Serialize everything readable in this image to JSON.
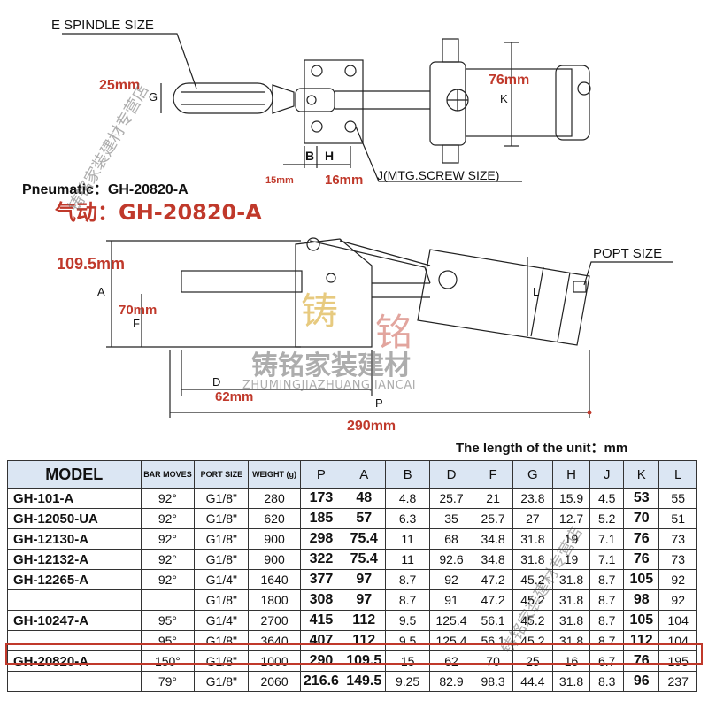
{
  "top_view": {
    "spindle_label": "E SPINDLE SIZE",
    "g_label": "G",
    "k_label": "K",
    "b_label": "B",
    "h_label": "H",
    "j_label": "J(MTG.SCREW SIZE)",
    "dim_g": "25mm",
    "dim_k": "76mm",
    "dim_b": "15mm",
    "dim_h": "16mm"
  },
  "titles": {
    "pneumatic": "Pneumatic：GH-20820-A",
    "chinese": "气动：GH-20820-A"
  },
  "side_view": {
    "a_label": "A",
    "f_label": "F",
    "l_label": "L",
    "d_label": "D",
    "p_label": "P",
    "port_label": "POPT SIZE",
    "dim_a": "109.5mm",
    "dim_f": "70mm",
    "dim_d": "62mm",
    "dim_p": "290mm"
  },
  "watermark": {
    "brand_cn_1": "铸",
    "brand_cn_2": "铭",
    "brand_full": "铸铭家装建材",
    "pinyin": "ZHUMINGJIAZHUANGJIANCAI",
    "diag_left": "铸铭家装建材专营店",
    "diag_right": "铸铭家装建材专营店"
  },
  "unit_note": "The length of the unit：mm",
  "table": {
    "headers": [
      "MODEL",
      "BAR MOVES",
      "PORT SIZE",
      "WEIGHT (g)",
      "P",
      "A",
      "B",
      "D",
      "F",
      "G",
      "H",
      "J",
      "K",
      "L"
    ],
    "rows": [
      {
        "model": "GH-101-A",
        "cells": [
          "92°",
          "G1/8\"",
          "280",
          "173",
          "48",
          "4.8",
          "25.7",
          "21",
          "23.8",
          "15.9",
          "4.5",
          "53",
          "55"
        ]
      },
      {
        "model": "GH-12050-UA",
        "cells": [
          "92°",
          "G1/8\"",
          "620",
          "185",
          "57",
          "6.3",
          "35",
          "25.7",
          "27",
          "12.7",
          "5.2",
          "70",
          "51"
        ]
      },
      {
        "model": "GH-12130-A",
        "cells": [
          "92°",
          "G1/8\"",
          "900",
          "298",
          "75.4",
          "11",
          "68",
          "34.8",
          "31.8",
          "19",
          "7.1",
          "76",
          "73"
        ]
      },
      {
        "model": "GH-12132-A",
        "cells": [
          "92°",
          "G1/8\"",
          "900",
          "322",
          "75.4",
          "11",
          "92.6",
          "34.8",
          "31.8",
          "19",
          "7.1",
          "76",
          "73"
        ]
      },
      {
        "model": "GH-12265-A",
        "cells": [
          "92°",
          "G1/4\"",
          "1640",
          "377",
          "97",
          "8.7",
          "92",
          "47.2",
          "45.2",
          "31.8",
          "8.7",
          "105",
          "92"
        ]
      },
      {
        "model": "",
        "cells": [
          "",
          "G1/8\"",
          "1800",
          "308",
          "97",
          "8.7",
          "91",
          "47.2",
          "45.2",
          "31.8",
          "8.7",
          "98",
          "92"
        ]
      },
      {
        "model": "GH-10247-A",
        "cells": [
          "95°",
          "G1/4\"",
          "2700",
          "415",
          "112",
          "9.5",
          "125.4",
          "56.1",
          "45.2",
          "31.8",
          "8.7",
          "105",
          "104"
        ]
      },
      {
        "model": "",
        "cells": [
          "95°",
          "G1/8\"",
          "3640",
          "407",
          "112",
          "9.5",
          "125.4",
          "56.1",
          "45.2",
          "31.8",
          "8.7",
          "112",
          "104"
        ]
      },
      {
        "model": "GH-20820-A",
        "cells": [
          "150°",
          "G1/8\"",
          "1000",
          "290",
          "109.5",
          "15",
          "62",
          "70",
          "25",
          "16",
          "6.7",
          "76",
          "195"
        ]
      },
      {
        "model": "",
        "cells": [
          "79°",
          "G1/8\"",
          "2060",
          "216.6",
          "149.5",
          "9.25",
          "82.9",
          "98.3",
          "44.4",
          "31.8",
          "8.3",
          "96",
          "237"
        ]
      }
    ],
    "highlight_model": "GH-20820-A",
    "highlight_color": "#c0392b",
    "header_bg": "#dbe6f3"
  }
}
